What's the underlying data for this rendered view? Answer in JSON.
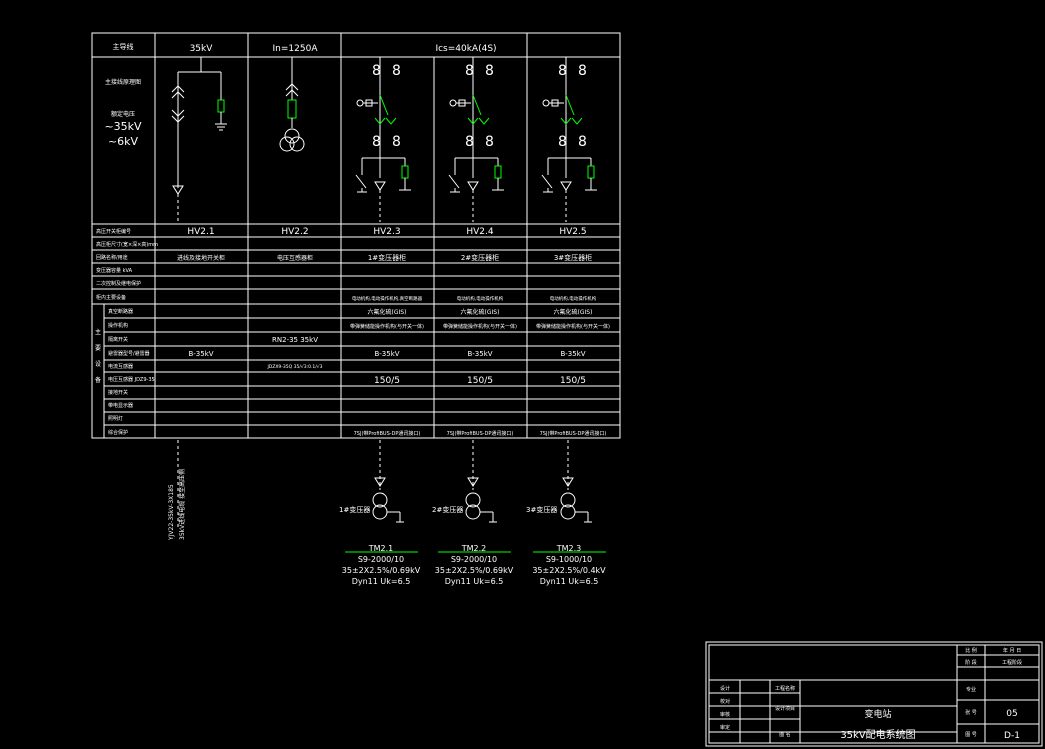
{
  "header": {
    "main_wiring_label": "主导线",
    "voltage": "35kV",
    "rated_current": "In=1250A",
    "breaking_current": "Ics=40kA(4S)"
  },
  "left_labels": {
    "main_circuit": "主接线原理图",
    "rated_voltage_title": "额定电压",
    "hv": "~35kV",
    "lv": "~6kV"
  },
  "columns": [
    {
      "id": "HV2.1",
      "row3": "进线及接地开关柜",
      "row7": "",
      "row8": "",
      "row9": "",
      "row10": "B-35kV",
      "row11": "",
      "row12": ""
    },
    {
      "id": "HV2.2",
      "row3": "电压互感器柜",
      "row7": "",
      "row8": "",
      "row9": "RN2-35 35kV",
      "row10": "",
      "row11": "JDZX9-35Q 35/√3:0.1/√3",
      "row12": ""
    },
    {
      "id": "HV2.3",
      "row3": "1#变压器柜",
      "row7": "电动机构,电动操作机构,真空断路器",
      "row8": "六氟化硫(GIS)",
      "row9": "带弹簧储能操作机构(与开关一体)",
      "row10": "B-35kV",
      "row11": "",
      "row12": "150/5",
      "bus": "7SJ(带ProfiBUS-DP通讯接口)"
    },
    {
      "id": "HV2.4",
      "row3": "2#变压器柜",
      "row7": "电动机构,电动操作机构",
      "row8": "六氟化硫(GIS)",
      "row9": "带弹簧储能操作机构(与开关一体)",
      "row10": "B-35kV",
      "row11": "",
      "row12": "150/5",
      "bus": "7SJ(带ProfiBUS-DP通讯接口)"
    },
    {
      "id": "HV2.5",
      "row3": "3#变压器柜",
      "row7": "电动机构,电动操作机构",
      "row8": "六氟化硫(GIS)",
      "row9": "带弹簧储能操作机构(与开关一体)",
      "row10": "B-35kV",
      "row11": "",
      "row12": "150/5",
      "bus": "7SJ(带ProfiBUS-DP通讯接口)"
    }
  ],
  "row_labels": [
    "高压开关柜编号",
    "高压柜尺寸(宽×深×高)mm",
    "回路名称/用途",
    "变压器容量 kVA",
    "二次控制及继电保护",
    "柜内主要设备",
    "真空断路器",
    "操作机构",
    "隔离开关",
    "避雷器型号/避雷器",
    "电流互感器",
    "电压互感器 JDZ9-35",
    "接地开关",
    "带电显示器",
    "照明灯",
    "综合保护"
  ],
  "side_group_label": [
    "主",
    "要",
    "设",
    "备"
  ],
  "feeder_cable": "YJV22-35kV-3X185",
  "feeder_cable2": "35kV进线电缆 接至高压侧",
  "transformers": [
    {
      "tag": "1#变压器",
      "name": "TM2.1",
      "model": "S9-2000/10",
      "ratio": "35±2X2.5%/0.69kV",
      "group": "Dyn11 Uk=6.5"
    },
    {
      "tag": "2#变压器",
      "name": "TM2.2",
      "model": "S9-2000/10",
      "ratio": "35±2X2.5%/0.69kV",
      "group": "Dyn11 Uk=6.5"
    },
    {
      "tag": "3#变压器",
      "name": "TM2.3",
      "model": "S9-1000/10",
      "ratio": "35±2X2.5%/0.4kV",
      "group": "Dyn11 Uk=6.5"
    }
  ],
  "title_block": {
    "project": "变电站",
    "drawing_title": "35kV配电系统图",
    "sheet_no": "05",
    "drawing_no": "D-1",
    "date_label": "年 月 日",
    "stage": "工程阶段",
    "labels": [
      "设计",
      "校对",
      "审核",
      "审定",
      "工程名称",
      "设计项目",
      "图 名",
      "专业",
      "图 号",
      "张 号",
      "比 例",
      "阶 段"
    ]
  }
}
